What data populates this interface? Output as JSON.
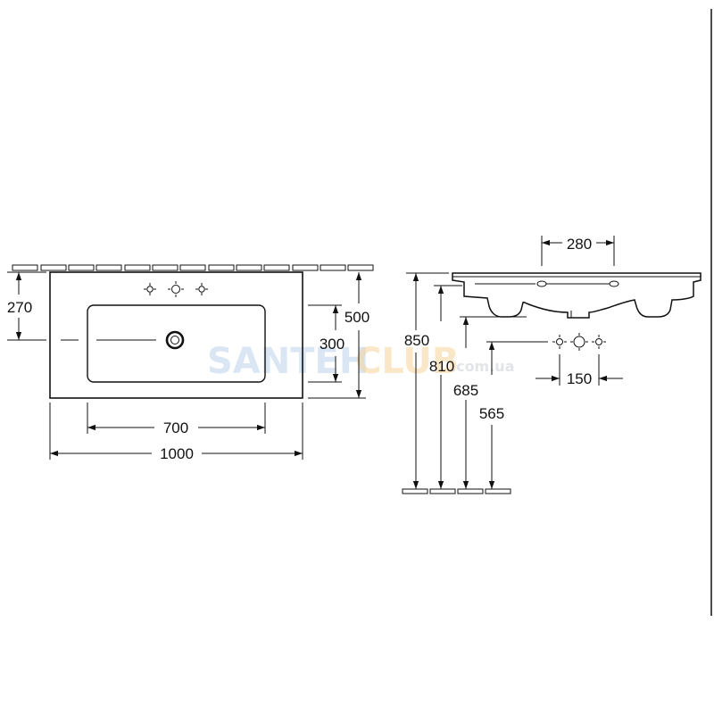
{
  "colors": {
    "line": "#111111",
    "background": "#ffffff",
    "watermark_blue": "#bcd3ea",
    "watermark_orange": "#f6d49c",
    "watermark_grey": "#c9ced6"
  },
  "watermark": {
    "part1": "SANTEH",
    "part2": "CLUB",
    "part3": ".com.ua"
  },
  "top_view": {
    "dimensions": {
      "overall_width": "1000",
      "bowl_width": "700",
      "overall_depth": "500",
      "bowl_depth": "300",
      "tap_offset": "270"
    }
  },
  "side_view": {
    "dimensions": {
      "tap_spacing_top": "280",
      "tap_spacing_bottom": "150",
      "height_850": "850",
      "height_810": "810",
      "height_685": "685",
      "height_565": "565"
    }
  }
}
